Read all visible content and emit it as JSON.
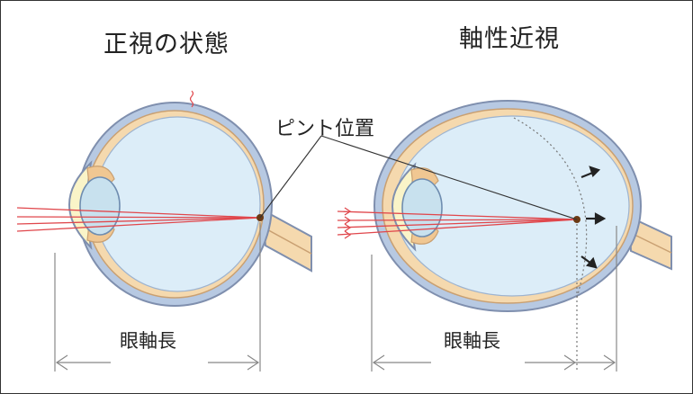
{
  "diagram": {
    "left_panel": {
      "title": "正視の状態",
      "axis_label": "眼軸長"
    },
    "right_panel": {
      "title": "軸性近視",
      "axis_label": "眼軸長"
    },
    "focus_label": "ピント位置"
  },
  "colors": {
    "sclera_outer": "#b7c9e2",
    "sclera_line": "#7f8fae",
    "choroid": "#f5d9ae",
    "choroid_line": "#c9a072",
    "vitreous": "#dcedf8",
    "lens": "#c8e1ee",
    "cornea_fill": "#faf4c8",
    "light_ray": "#e0474c",
    "focus_point": "#6b3a14",
    "measure_line": "#888888",
    "arrow": "#222222"
  }
}
